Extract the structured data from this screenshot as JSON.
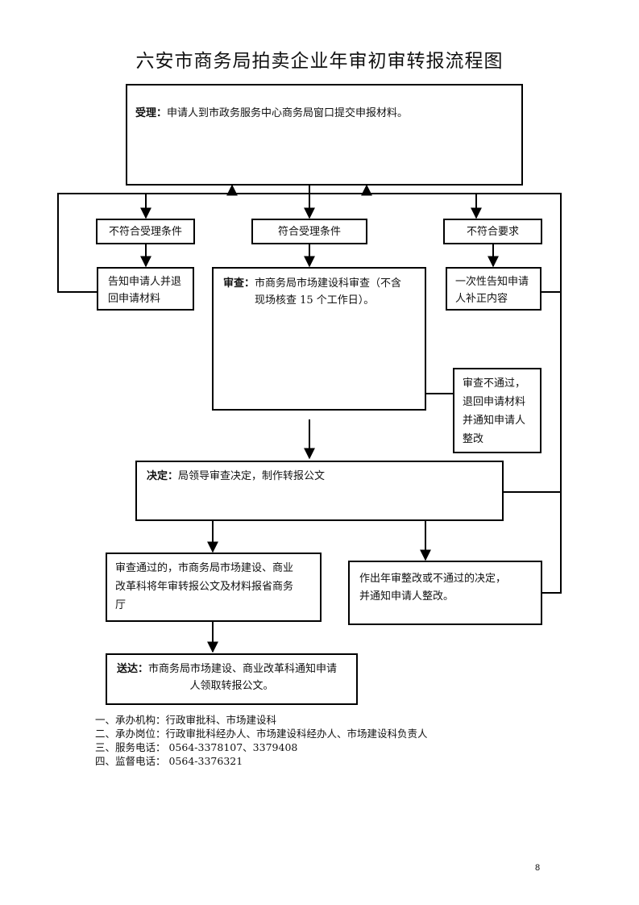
{
  "title": "六安市商务局拍卖企业年审初审转报流程图",
  "accept": {
    "label": "受理：",
    "text": "申请人到市政务服务中心商务局窗口提交申报材料。"
  },
  "branches": {
    "not_meet_conditions": "不符合受理条件",
    "meet_conditions": "符合受理条件",
    "not_meet_requirements": "不符合要求"
  },
  "return_box": {
    "line1": "告知申请人并退",
    "line2": "回申请材料"
  },
  "review": {
    "label": "审查：",
    "line1": "市商务局市场建设科审查（不含",
    "line2": "现场核查 15 个工作日）。"
  },
  "notify_box": {
    "line1": "一次性告知申请",
    "line2": "人补正内容"
  },
  "review_fail": {
    "line1": "审查不通过，",
    "line2": "退回申请材料",
    "line3": "并通知申请人",
    "line4": "整改"
  },
  "decision": {
    "label": "决定：",
    "text": "局领导审查决定，制作转报公文"
  },
  "pass_box": {
    "line1": "审查通过的，市商务局市场建设、商业",
    "line2": "改革科将年审转报公文及材料报省商务",
    "line3": "厅"
  },
  "fail_box": {
    "line1": "作出年审整改或不通过的决定，",
    "line2": "并通知申请人整改。"
  },
  "deliver": {
    "label": "送达：",
    "line1": "市商务局市场建设、商业改革科通知申请",
    "line2": "人领取转报公文。"
  },
  "notes": [
    "一、承办机构：行政审批科、市场建设科",
    "二、承办岗位：行政审批科经办人、市场建设科经办人、市场建设科负责人",
    "三、服务电话：  0564-3378107、3379408",
    "四、监督电话：  0564-3376321"
  ],
  "page_number": "8"
}
